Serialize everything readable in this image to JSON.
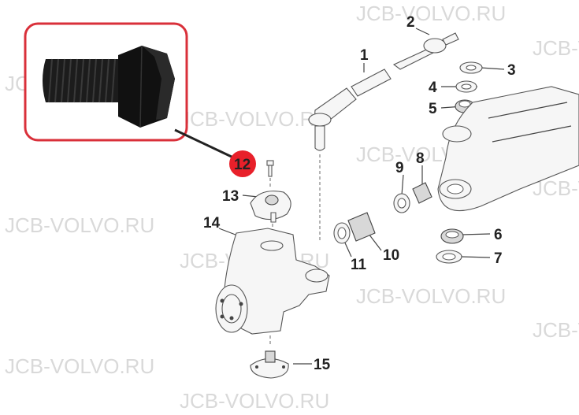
{
  "watermark_text": "JCB-VOLVO.RU",
  "highlight_color": "#e8202a",
  "frame_color": "#d9303a",
  "callouts": [
    {
      "id": "1",
      "label": "1"
    },
    {
      "id": "2",
      "label": "2"
    },
    {
      "id": "3",
      "label": "3"
    },
    {
      "id": "4",
      "label": "4"
    },
    {
      "id": "5",
      "label": "5"
    },
    {
      "id": "6",
      "label": "6"
    },
    {
      "id": "7",
      "label": "7"
    },
    {
      "id": "8",
      "label": "8"
    },
    {
      "id": "9",
      "label": "9"
    },
    {
      "id": "10",
      "label": "10"
    },
    {
      "id": "11",
      "label": "11"
    },
    {
      "id": "12",
      "label": "12"
    },
    {
      "id": "13",
      "label": "13"
    },
    {
      "id": "14",
      "label": "14"
    },
    {
      "id": "15",
      "label": "15"
    }
  ],
  "inset": {
    "part_ref": "12",
    "icon": "hex-bolt-photo-icon"
  }
}
